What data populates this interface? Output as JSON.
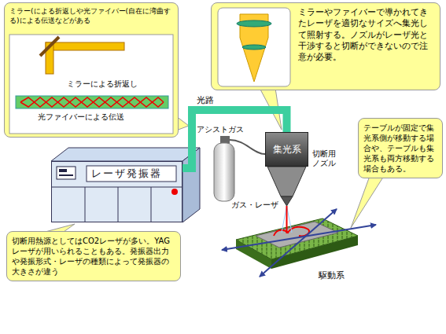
{
  "diagram": {
    "nodes": [
      {
        "text": [
          "ミラー(による折返しや光ファイバー(自在に湾曲する)による伝送などがある"
        ]
      },
      {
        "text": [
          "ミラーやファイバーで導かれてきたレーザを適切なサイズへ集光して照射する。ノズルがレーザ光と干渉すると切断ができないので注意が必要。"
        ]
      },
      {
        "text": [
          "テーブルが固定で集光系側が移動する場合や、テーブルも集光系も両方移動する場合もある。"
        ]
      },
      {
        "text": [
          "切断用熱源としてはCO2レーザが多い。YAGレーザが用いられることもある。発振器出力や発振形式・レーザの種類によって発振器の大きさが違う"
        ]
      },
      {
        "text": [
          "レーザ発振器"
        ]
      },
      {
        "text": [
          "集光系"
        ]
      }
    ],
    "edges": [
      {
        "from": 4,
        "to": 5,
        "arrow": "none",
        "label": "光路"
      }
    ],
    "labels": [
      "ミラーによる折返し",
      "光ファイバーによる伝送",
      "アシストガス",
      "切断用ノズル",
      "ガス・レーザ",
      "駆動系"
    ]
  }
}
